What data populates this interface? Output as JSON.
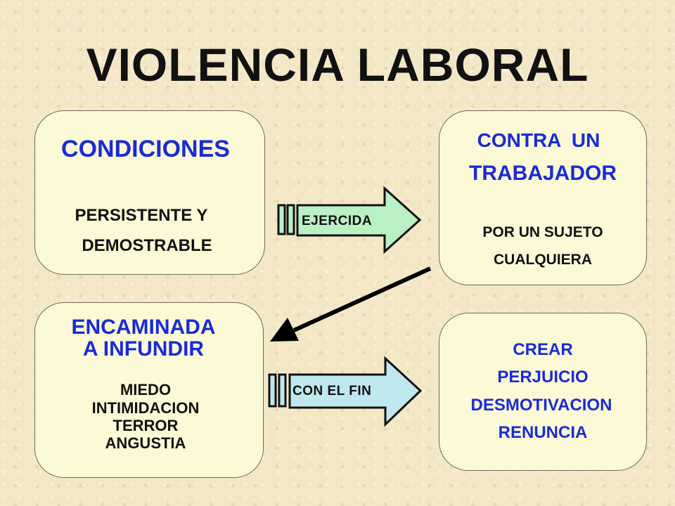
{
  "title": "VIOLENCIA LABORAL",
  "boxes": {
    "condiciones": {
      "heading": "CONDICIONES",
      "line1": "PERSISTENTE Y",
      "line2": "DEMOSTRABLE"
    },
    "contra": {
      "line1": "CONTRA  UN",
      "line2": "TRABAJADOR",
      "line3": "POR UN SUJETO",
      "line4": "CUALQUIERA"
    },
    "encaminada": {
      "line1": "ENCAMINADA",
      "line2": "A INFUNDIR",
      "items": [
        "MIEDO",
        "INTIMIDACION",
        "TERROR",
        "ANGUSTIA"
      ]
    },
    "crear": {
      "items": [
        "CREAR",
        "PERJUICIO",
        "DESMOTIVACION",
        "RENUNCIA"
      ]
    }
  },
  "arrows": {
    "ejercida": "EJERCIDA",
    "con_el_fin": "CON EL FIN"
  },
  "colors": {
    "blue_text": "#1a2bd6",
    "arrow1_fill": "#b9f0c4",
    "arrow2_fill": "#bfe7ee",
    "box_fill": "#fcfad6"
  }
}
